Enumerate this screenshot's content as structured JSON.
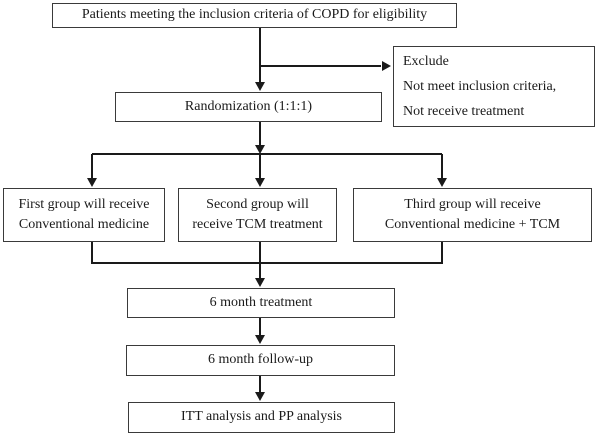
{
  "figure": {
    "type": "flowchart",
    "background": "#ffffff",
    "line_color": "#1a1a1a",
    "border_color": "#3a3a3a",
    "nodes": {
      "eligibility": {
        "label": "Patients meeting the inclusion criteria of COPD for eligibility"
      },
      "exclude": {
        "lines": [
          "Exclude",
          "Not meet inclusion criteria,",
          "Not receive treatment"
        ]
      },
      "randomization": {
        "label": "Randomization (1:1:1)"
      },
      "group1": {
        "lines": [
          "First group will receive",
          "Conventional medicine"
        ]
      },
      "group2": {
        "lines": [
          "Second group will",
          "receive TCM treatment"
        ]
      },
      "group3": {
        "lines": [
          "Third group will receive",
          "Conventional medicine + TCM"
        ]
      },
      "treatment": {
        "label": "6 month treatment"
      },
      "followup": {
        "label": "6 month follow-up"
      },
      "analysis": {
        "label": "ITT analysis and PP analysis"
      }
    }
  }
}
